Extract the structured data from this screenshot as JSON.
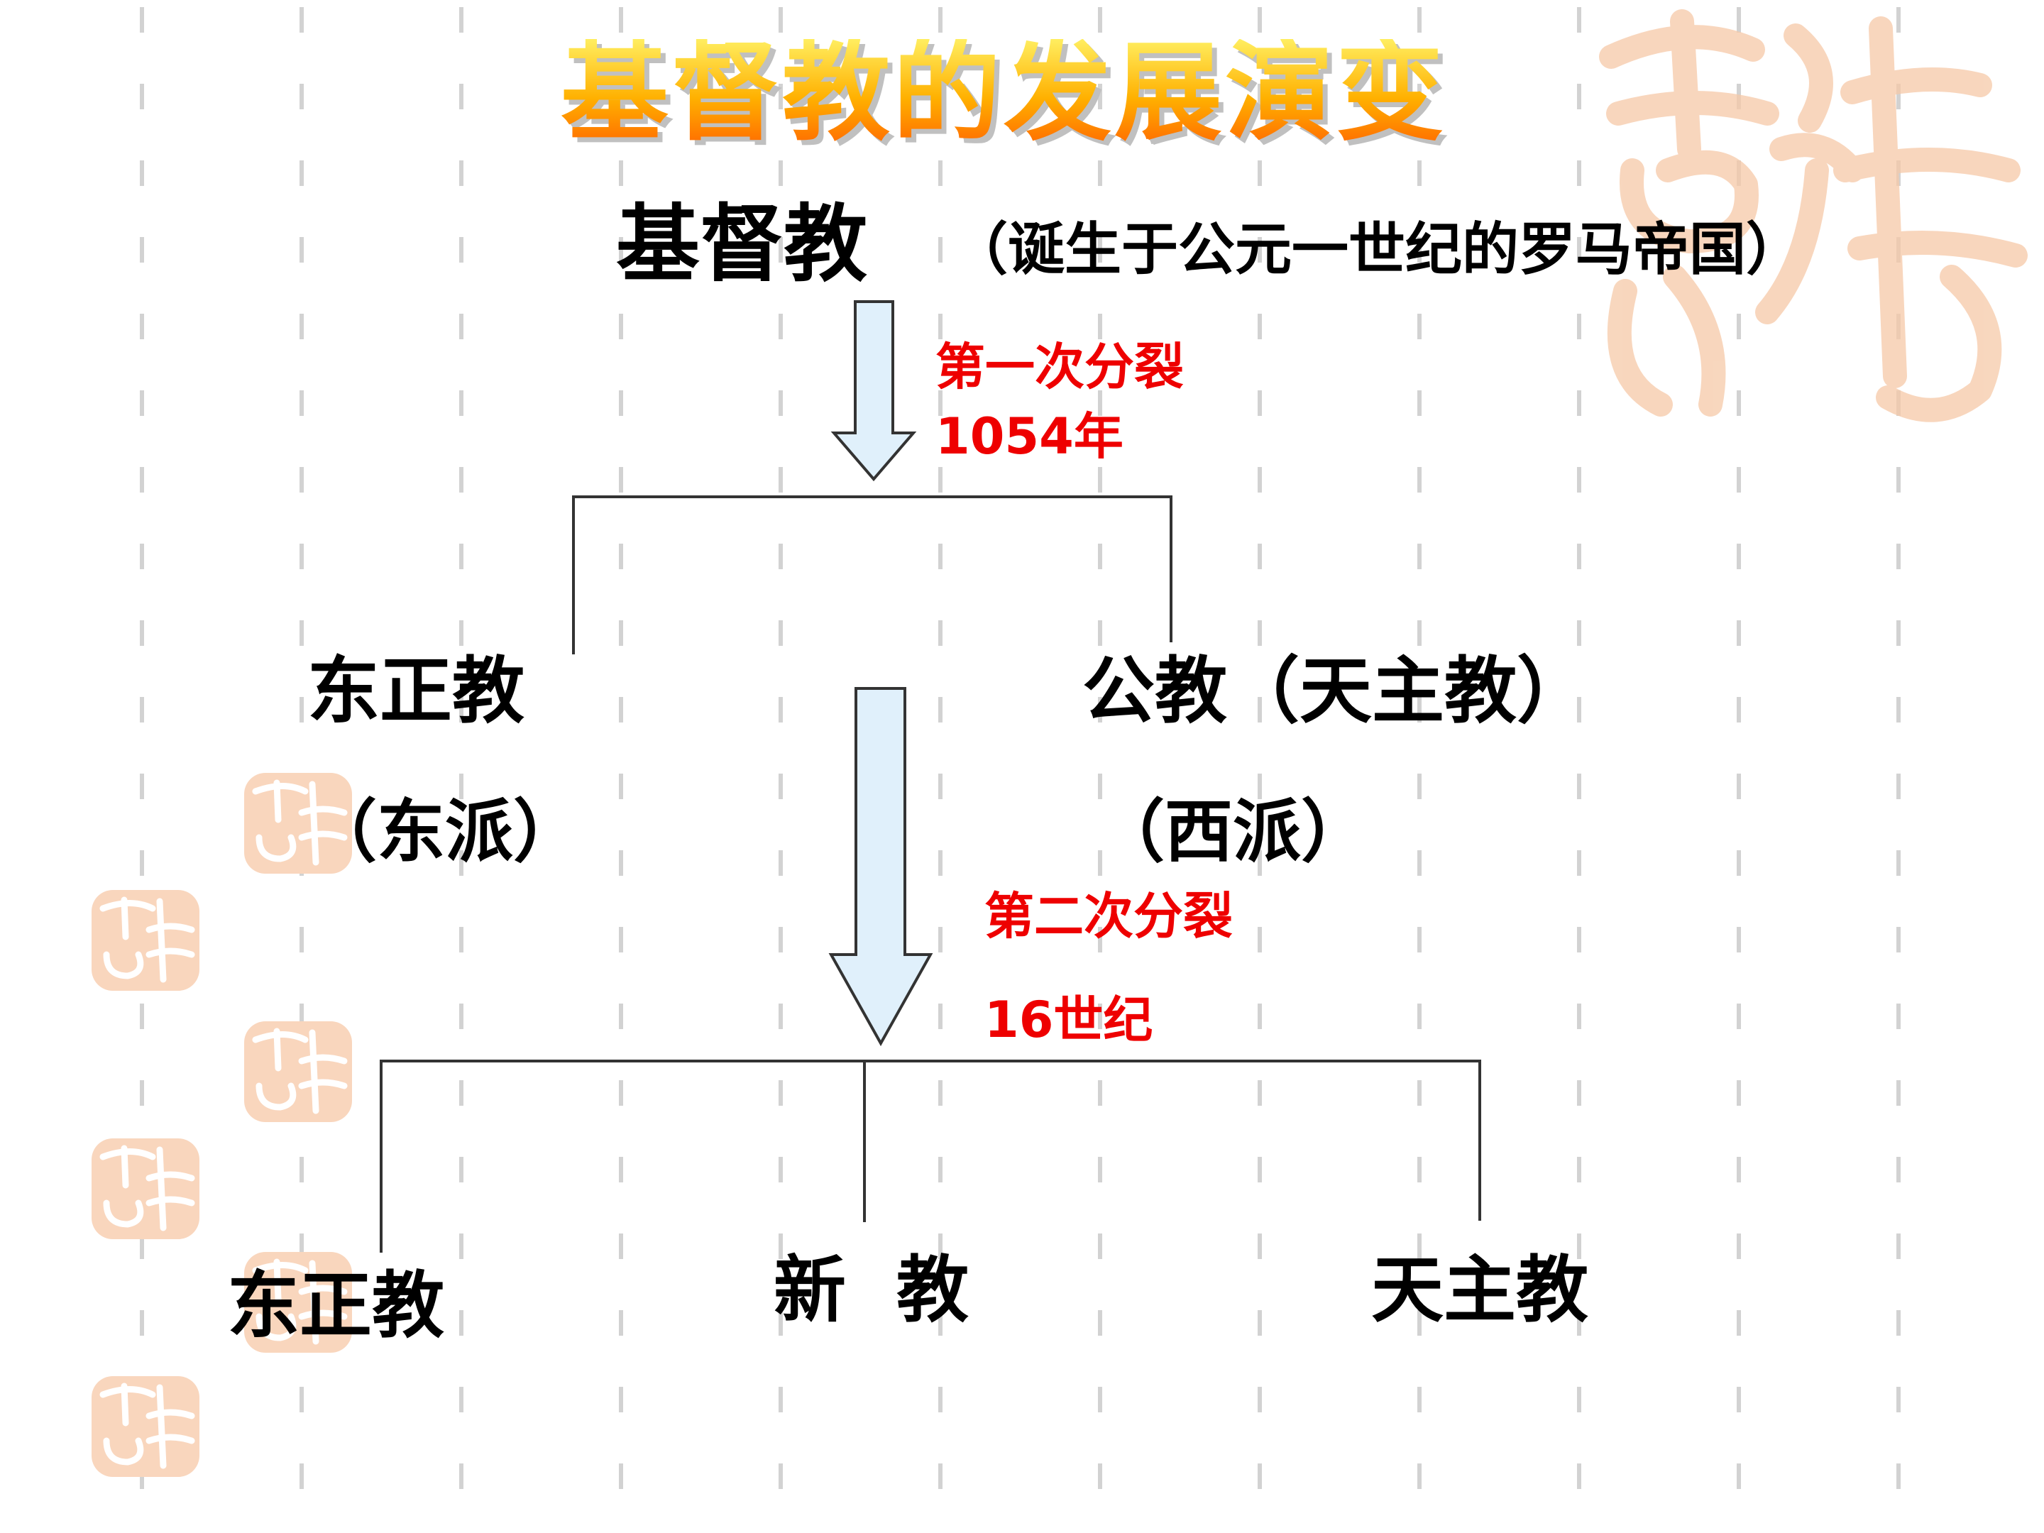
{
  "title": "基督教的发展演变",
  "root": {
    "label": "基督教",
    "note": "（诞生于公元一世纪的罗马帝国）"
  },
  "split1": {
    "label": "第一次分裂",
    "year": "1054年"
  },
  "level1": {
    "left": {
      "label": "东正教",
      "note": "（东派）"
    },
    "right": {
      "label": "公教（天主教）",
      "note": "（西派）"
    }
  },
  "split2": {
    "label": "第二次分裂",
    "year": "16世纪"
  },
  "level2": {
    "left": "东正教",
    "middle": "新  教",
    "right": "天主教"
  },
  "colors": {
    "arrow_fill": "#e0f0fb",
    "arrow_stroke": "#333333",
    "split_text": "#ee0000",
    "seal": "#f6c9a8"
  },
  "icons": {
    "decor": "auspicious-seal-icon"
  }
}
